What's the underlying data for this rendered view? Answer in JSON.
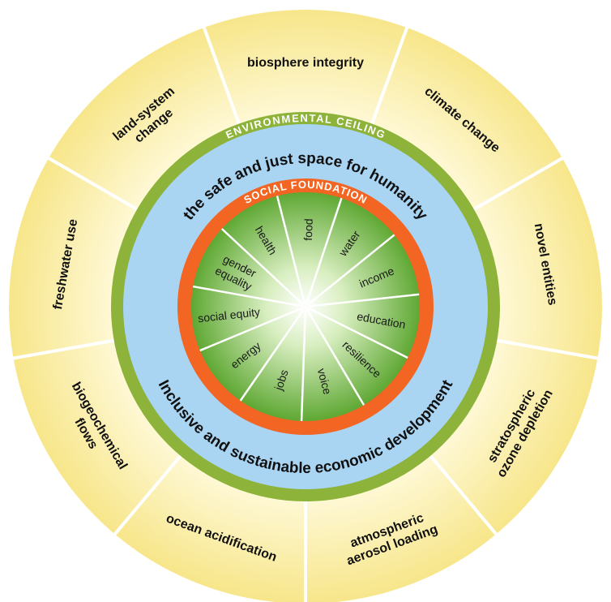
{
  "diagram": {
    "ceiling_label": "ENVIRONMENTAL CEILING",
    "foundation_label": "SOCIAL FOUNDATION",
    "space_label_top": "the safe and just space for humanity",
    "space_label_bottom": "Inclusive and sustainable economic development",
    "ceiling_items": [
      {
        "lines": [
          "biosphere integrity"
        ]
      },
      {
        "lines": [
          "climate change"
        ]
      },
      {
        "lines": [
          "novel entities"
        ]
      },
      {
        "lines": [
          "stratospheric",
          "ozone depletion"
        ]
      },
      {
        "lines": [
          "atmospheric",
          "aerosol loading"
        ]
      },
      {
        "lines": [
          "ocean acidification"
        ]
      },
      {
        "lines": [
          "biogeochemical",
          "flows"
        ]
      },
      {
        "lines": [
          "freshwater use"
        ]
      },
      {
        "lines": [
          "land-system",
          "change"
        ]
      }
    ],
    "social_items": [
      {
        "lines": [
          "food"
        ]
      },
      {
        "lines": [
          "water"
        ]
      },
      {
        "lines": [
          "income"
        ]
      },
      {
        "lines": [
          "education"
        ]
      },
      {
        "lines": [
          "resilience"
        ]
      },
      {
        "lines": [
          "voice"
        ]
      },
      {
        "lines": [
          "jobs"
        ]
      },
      {
        "lines": [
          "energy"
        ]
      },
      {
        "lines": [
          "social equity"
        ]
      },
      {
        "lines": [
          "gender",
          "equality"
        ]
      },
      {
        "lines": [
          "health"
        ]
      }
    ],
    "colors": {
      "outer_yellow": "#FBF3B8",
      "outer_yellow_edge": "#F7E68A",
      "ceiling_green": "#8DB33A",
      "space_blue": "#A9D4F2",
      "foundation_orange": "#F26522",
      "social_green": "#6FB23F",
      "social_center": "#FFFFFF"
    }
  }
}
